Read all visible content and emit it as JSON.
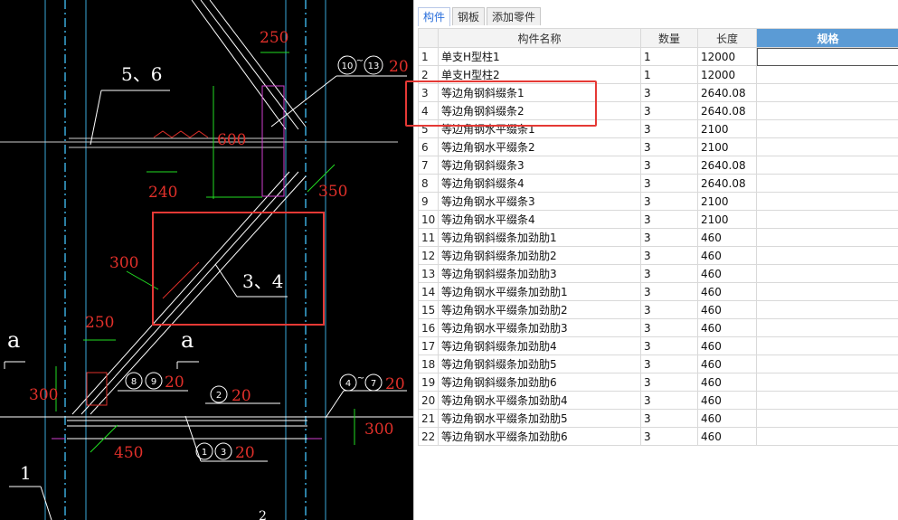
{
  "cad": {
    "labels": {
      "l56": "5、6",
      "l34": "3、4",
      "l1": "1",
      "a_left": "a",
      "a_mid": "a",
      "bubble_10": "10",
      "bubble_13": "13",
      "bubble_tilde_top": "~",
      "bubble_8": "8",
      "bubble_9": "9",
      "bubble_2": "2",
      "bubble_1": "1",
      "bubble_3": "3",
      "bubble_4": "4",
      "bubble_7": "7",
      "bubble_tilde_right": "~",
      "suffix_20_a": "20",
      "suffix_20_b": "20",
      "suffix_20_c": "20",
      "suffix_20_d": "20",
      "suffix_20_e": "20",
      "bottom_partial": "2"
    },
    "dims": {
      "d250_top": "250",
      "d600": "600",
      "d240": "240",
      "d350": "350",
      "d300_left": "300",
      "d250_mid": "250",
      "d300_bottom": "300",
      "d450": "450",
      "d300_right": "300"
    }
  },
  "tabs": [
    {
      "label": "构件",
      "active": true
    },
    {
      "label": "钢板",
      "active": false
    },
    {
      "label": "添加零件",
      "active": false
    }
  ],
  "table": {
    "headers": [
      "",
      "构件名称",
      "数量",
      "长度",
      "规格"
    ],
    "rows": [
      [
        "1",
        "单支H型柱1",
        "1",
        "12000",
        ""
      ],
      [
        "2",
        "单支H型柱2",
        "1",
        "12000",
        ""
      ],
      [
        "3",
        "等边角钢斜缀条1",
        "3",
        "2640.08",
        ""
      ],
      [
        "4",
        "等边角钢斜缀条2",
        "3",
        "2640.08",
        ""
      ],
      [
        "5",
        "等边角钢水平缀条1",
        "3",
        "2100",
        ""
      ],
      [
        "6",
        "等边角钢水平缀条2",
        "3",
        "2100",
        ""
      ],
      [
        "7",
        "等边角钢斜缀条3",
        "3",
        "2640.08",
        ""
      ],
      [
        "8",
        "等边角钢斜缀条4",
        "3",
        "2640.08",
        ""
      ],
      [
        "9",
        "等边角钢水平缀条3",
        "3",
        "2100",
        ""
      ],
      [
        "10",
        "等边角钢水平缀条4",
        "3",
        "2100",
        ""
      ],
      [
        "11",
        "等边角钢斜缀条加劲肋1",
        "3",
        "460",
        ""
      ],
      [
        "12",
        "等边角钢斜缀条加劲肋2",
        "3",
        "460",
        ""
      ],
      [
        "13",
        "等边角钢斜缀条加劲肋3",
        "3",
        "460",
        ""
      ],
      [
        "14",
        "等边角钢水平缀条加劲肋1",
        "3",
        "460",
        ""
      ],
      [
        "15",
        "等边角钢水平缀条加劲肋2",
        "3",
        "460",
        ""
      ],
      [
        "16",
        "等边角钢水平缀条加劲肋3",
        "3",
        "460",
        ""
      ],
      [
        "17",
        "等边角钢斜缀条加劲肋4",
        "3",
        "460",
        ""
      ],
      [
        "18",
        "等边角钢斜缀条加劲肋5",
        "3",
        "460",
        ""
      ],
      [
        "19",
        "等边角钢斜缀条加劲肋6",
        "3",
        "460",
        ""
      ],
      [
        "20",
        "等边角钢水平缀条加劲肋4",
        "3",
        "460",
        ""
      ],
      [
        "21",
        "等边角钢水平缀条加劲肋5",
        "3",
        "460",
        ""
      ],
      [
        "22",
        "等边角钢水平缀条加劲肋6",
        "3",
        "460",
        ""
      ]
    ]
  },
  "colors": {
    "cad_bg": "#000000",
    "cad_red": "#e0302a",
    "cad_green": "#22dd22",
    "cad_white": "#ffffff",
    "cad_cyan": "#3aa7d8",
    "header_selected": "#5b9bd5",
    "highlight_red": "#e53935"
  }
}
